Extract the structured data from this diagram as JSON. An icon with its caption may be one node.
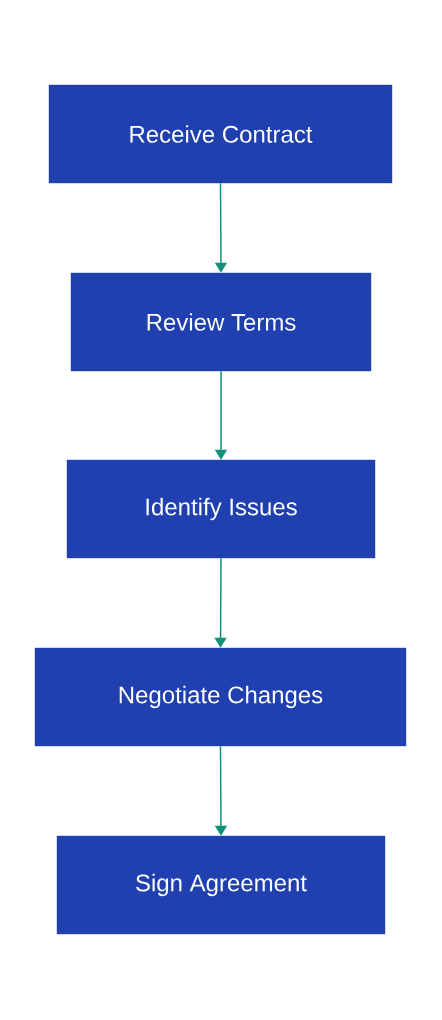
{
  "diagram": {
    "nodes": [
      {
        "text": [
          "Receive Contract"
        ]
      },
      {
        "text": [
          "Review Terms"
        ]
      },
      {
        "text": [
          "Identify Issues"
        ]
      },
      {
        "text": [
          "Negotiate Changes"
        ]
      },
      {
        "text": [
          "Sign Agreement"
        ]
      }
    ],
    "edges": [
      {
        "from": 0,
        "to": 1,
        "arrow": "to"
      },
      {
        "from": 1,
        "to": 2,
        "arrow": "to"
      },
      {
        "from": 2,
        "to": 3,
        "arrow": "to"
      },
      {
        "from": 3,
        "to": 4,
        "arrow": "to"
      }
    ]
  }
}
